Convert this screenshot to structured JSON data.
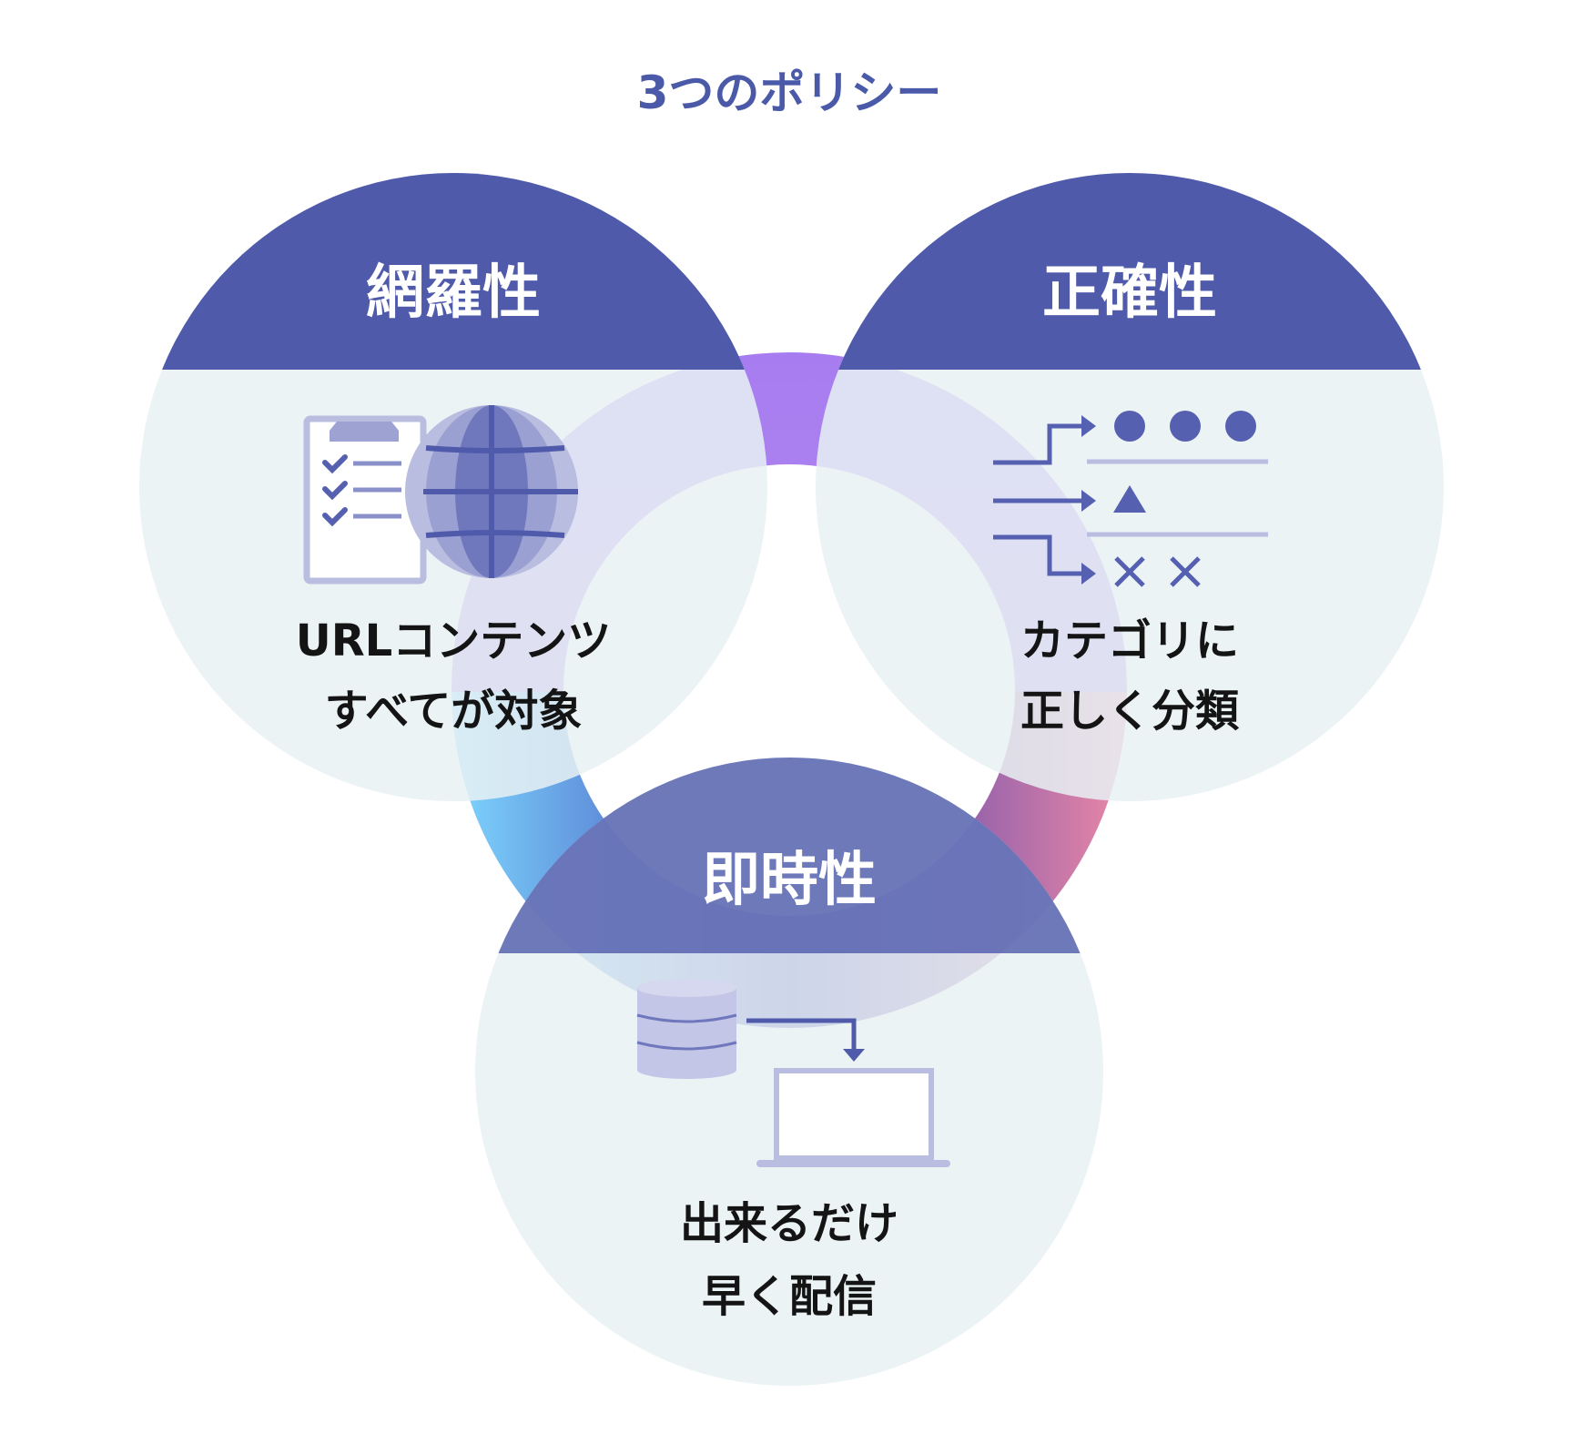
{
  "title": "3つのポリシー",
  "policies": [
    {
      "heading": "網羅性",
      "lines": [
        "URLコンテンツ",
        "すべてが対象"
      ],
      "icon": "clipboard-globe-icon"
    },
    {
      "heading": "正確性",
      "lines": [
        "カテゴリに",
        "正しく分類"
      ],
      "icon": "sorting-arrows-icon"
    },
    {
      "heading": "即時性",
      "lines": [
        "出来るだけ",
        "早く配信"
      ],
      "icon": "database-to-laptop-icon"
    }
  ],
  "colors": {
    "header": "#4f5aab",
    "circle": "#e8f1f3",
    "title": "#4b5aa8",
    "icon": "#5560b0",
    "icon_light": "#b9bddf"
  }
}
